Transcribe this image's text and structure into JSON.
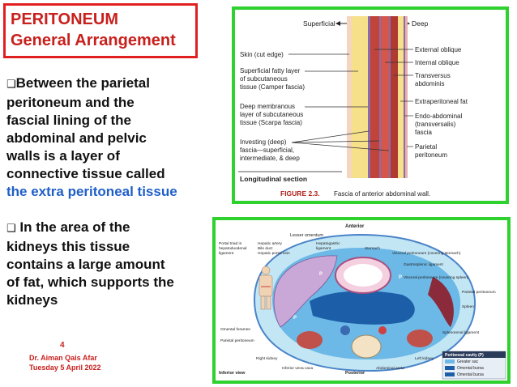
{
  "title": {
    "line1": "PERITONEUM",
    "line2": "General Arrangement"
  },
  "bullets": [
    {
      "icon": "checkbox-bullet-icon",
      "text_lines": [
        "Between the parietal",
        "peritoneum and the",
        "fascial lining of the",
        "abdominal and pelvic",
        "walls is a layer of",
        "connective tissue called"
      ],
      "highlight": "the extra peritoneal tissue"
    },
    {
      "icon": "checkbox-bullet-icon",
      "text_lines": [
        "In the area of the",
        "kidneys this tissue",
        "contains a large amount",
        "of fat, which supports the",
        "kidneys"
      ]
    }
  ],
  "page_number": "4",
  "footer": {
    "author": "Dr. Aiman Qais Afar",
    "date": "Tuesday 5 April 2022"
  },
  "figure1": {
    "superficial": "Superficial",
    "deep": "Deep",
    "left_labels": [
      "Skin (cut edge)",
      "Superficial fatty layer",
      "of subcutaneous",
      "tissue (Camper fascia)",
      "Deep membranous",
      "layer of subcutaneous",
      "tissue (Scarpa fascia)",
      "Investing (deep)",
      "fascia—superficial,",
      "intermediate, & deep"
    ],
    "right_labels": [
      "External oblique",
      "Internal oblique",
      "Transversus",
      "abdominis",
      "Extraperitoneal fat",
      "Endo-abdominal",
      "(transversalis)",
      "fascia",
      "Parietal",
      "peritoneum"
    ],
    "section_label": "Longitudinal section",
    "caption_prefix": "FIGURE 2.3.",
    "caption_text": "Fascia of anterior abdominal wall."
  },
  "figure2": {
    "anterior": "Anterior",
    "posterior": "Posterior",
    "inferior_view": "Inferior view",
    "labels": {
      "lesser_omentum": "Lesser omentum",
      "portal_triad": [
        "Portal triad in",
        "hepatoduodenal",
        "ligament"
      ],
      "hepatic": [
        "Hepatic artery",
        "Bile duct",
        "Hepatic portal vein"
      ],
      "hepatogastric": [
        "Hepatogastric",
        "ligament"
      ],
      "stomach": "Stomach",
      "visceral_stomach": "Visceral peritoneum (covering stomach)",
      "gastrosplenic": "Gastrosplenic ligament",
      "visceral_spleen": "Visceral peritoneum (covering spleen)",
      "parietal_right": "Parietal peritoneum",
      "spleen": "Spleen",
      "splenorenal": "Splenorenal ligament",
      "omental_foramen": "Omental foramen",
      "parietal_left": "Parietal peritoneum",
      "right_kidney": "Right kidney",
      "ivc": "Inferior vena cava",
      "left_kidney": "Left kidney",
      "aorta": "Abdominal aorta",
      "p": "P"
    },
    "legend": {
      "title": "Peritoneal cavity (P)",
      "items": [
        "Greater sac",
        "Omental bursa",
        "Omental bursa"
      ]
    }
  },
  "colors": {
    "title_red": "#c8201c",
    "frame_green": "#2ed12e",
    "highlight_blue": "#1f5fc8",
    "caption_red": "#b02018"
  }
}
